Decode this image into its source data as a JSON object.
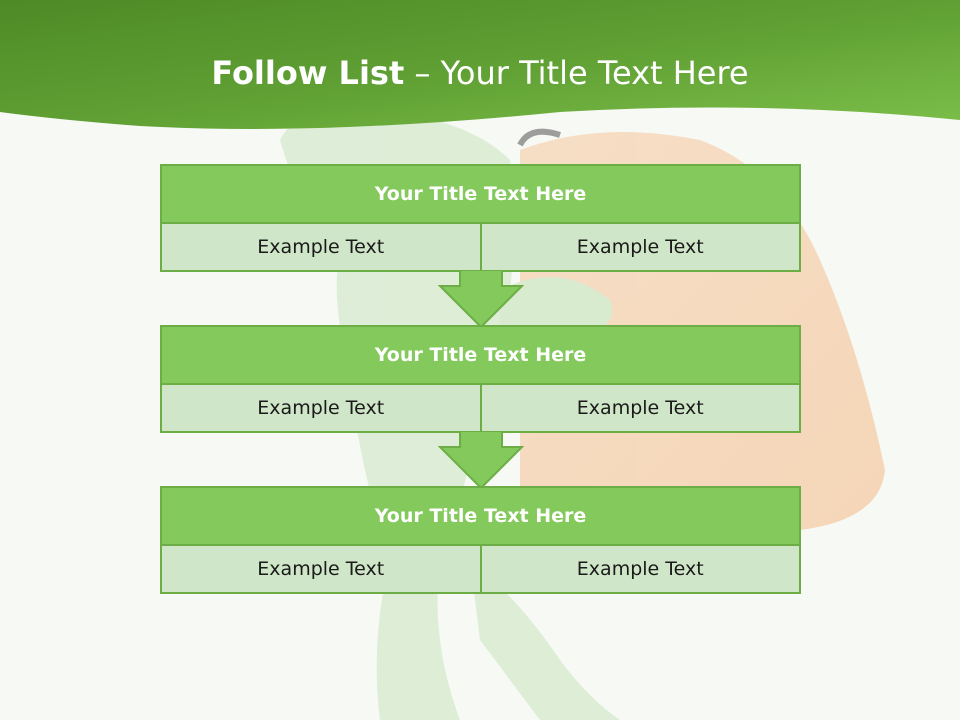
{
  "colors": {
    "header_green": "#5a9e2e",
    "box_title_fill": "#84c95c",
    "box_body_fill": "#d0e6c8",
    "border": "#6cae45",
    "arrow": "#84c95c"
  },
  "slide": {
    "title_bold": "Follow List",
    "title_rest": " – Your Title Text Here"
  },
  "blocks": [
    {
      "title": "Your Title Text Here",
      "left": "Example Text",
      "right": "Example Text"
    },
    {
      "title": "Your Title Text Here",
      "left": "Example Text",
      "right": "Example Text"
    },
    {
      "title": "Your Title Text Here",
      "left": "Example Text",
      "right": "Example Text"
    }
  ]
}
